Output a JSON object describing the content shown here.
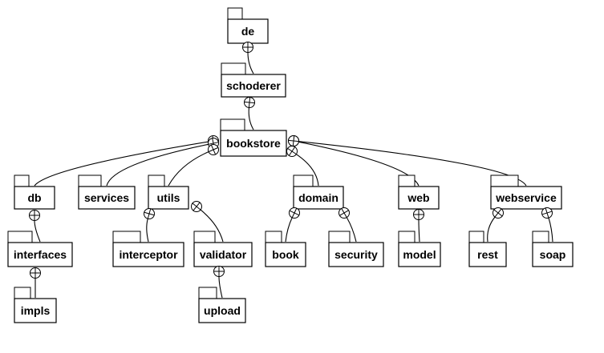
{
  "diagram": {
    "type": "package-containment",
    "packages": [
      {
        "id": "de",
        "label": "de"
      },
      {
        "id": "schoderer",
        "label": "schoderer"
      },
      {
        "id": "bookstore",
        "label": "bookstore"
      },
      {
        "id": "db",
        "label": "db"
      },
      {
        "id": "services",
        "label": "services"
      },
      {
        "id": "utils",
        "label": "utils"
      },
      {
        "id": "domain",
        "label": "domain"
      },
      {
        "id": "web",
        "label": "web"
      },
      {
        "id": "webservice",
        "label": "webservice"
      },
      {
        "id": "interfaces",
        "label": "interfaces"
      },
      {
        "id": "impls",
        "label": "impls"
      },
      {
        "id": "interceptor",
        "label": "interceptor"
      },
      {
        "id": "validator",
        "label": "validator"
      },
      {
        "id": "upload",
        "label": "upload"
      },
      {
        "id": "book",
        "label": "book"
      },
      {
        "id": "security",
        "label": "security"
      },
      {
        "id": "model",
        "label": "model"
      },
      {
        "id": "rest",
        "label": "rest"
      },
      {
        "id": "soap",
        "label": "soap"
      }
    ],
    "containment": [
      {
        "parent": "de",
        "child": "schoderer"
      },
      {
        "parent": "schoderer",
        "child": "bookstore"
      },
      {
        "parent": "bookstore",
        "child": "db"
      },
      {
        "parent": "bookstore",
        "child": "services"
      },
      {
        "parent": "bookstore",
        "child": "utils"
      },
      {
        "parent": "bookstore",
        "child": "domain"
      },
      {
        "parent": "bookstore",
        "child": "web"
      },
      {
        "parent": "bookstore",
        "child": "webservice"
      },
      {
        "parent": "db",
        "child": "interfaces"
      },
      {
        "parent": "interfaces",
        "child": "impls"
      },
      {
        "parent": "utils",
        "child": "interceptor"
      },
      {
        "parent": "utils",
        "child": "validator"
      },
      {
        "parent": "validator",
        "child": "upload"
      },
      {
        "parent": "domain",
        "child": "book"
      },
      {
        "parent": "domain",
        "child": "security"
      },
      {
        "parent": "web",
        "child": "model"
      },
      {
        "parent": "webservice",
        "child": "rest"
      },
      {
        "parent": "webservice",
        "child": "soap"
      }
    ]
  }
}
